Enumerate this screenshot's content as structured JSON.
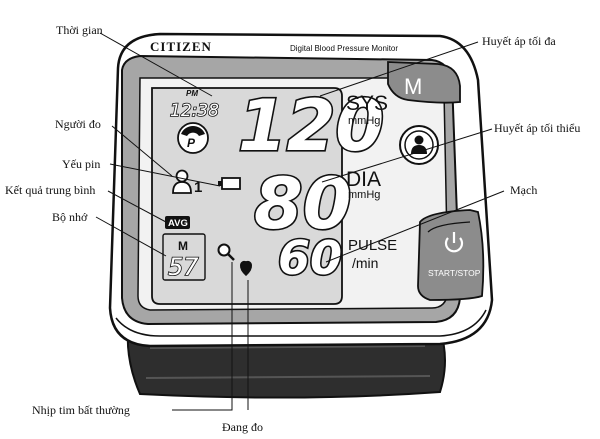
{
  "device": {
    "brand": "CITIZEN",
    "model": "Digital Blood Pressure Monitor",
    "memory_button_label": "M",
    "start_stop_label": "START/STOP"
  },
  "display": {
    "time_period": "PM",
    "time": "12:38",
    "systolic_value": "120",
    "systolic_label": "SYS",
    "systolic_unit": "mmHg",
    "diastolic_value": "80",
    "diastolic_label": "DIA",
    "diastolic_unit": "mmHg",
    "pulse_value": "60",
    "pulse_label": "PULSE",
    "pulse_unit": "/min",
    "user_number": "1",
    "avg_label": "AVG",
    "memory_label": "M",
    "memory_number": "57"
  },
  "callouts": {
    "time": "Thời gian",
    "user": "Người đo",
    "battery": "Yếu pin",
    "average": "Kết quả trung bình",
    "memory": "Bộ nhớ",
    "irregular_heartbeat": "Nhịp tim bất thường",
    "measuring": "Đang đo",
    "systolic": "Huyết áp tối đa",
    "diastolic": "Huyết áp tối thiểu",
    "pulse": "Mạch"
  },
  "colors": {
    "outline": "#111111",
    "lcd_background": "#d9d9d9",
    "bezel": "#a6a6a6",
    "button_gray": "#8c8c8c",
    "cuff": "#2e2e2e"
  }
}
